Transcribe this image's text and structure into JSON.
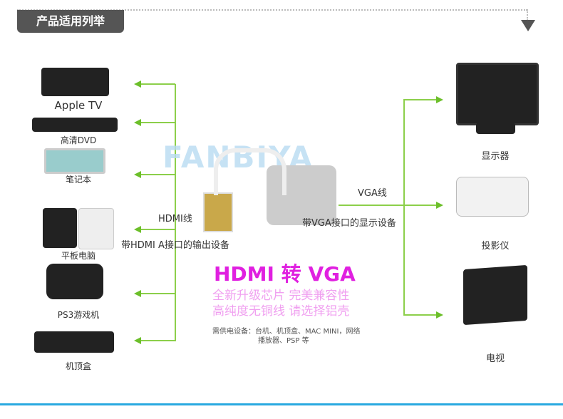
{
  "header": {
    "title": "产品适用列举"
  },
  "watermark": "FANBIYA",
  "left_devices": [
    {
      "label": "Apple TV"
    },
    {
      "label": "高清DVD"
    },
    {
      "label": "笔记本"
    },
    {
      "label": "平板电脑"
    },
    {
      "label": "PS3游戏机"
    },
    {
      "label": "机顶盒"
    }
  ],
  "right_devices": [
    {
      "label": "显示器"
    },
    {
      "label": "投影仪"
    },
    {
      "label": "电视"
    }
  ],
  "cable": {
    "hdmi_label": "HDMI线",
    "vga_label": "VGA线",
    "hdmi_desc": "带HDMI A接口的输出设备",
    "vga_desc": "带VGA接口的显示设备"
  },
  "promo": {
    "title": "HDMI 转 VGA",
    "line1": "全新升级芯片 完美兼容性",
    "line2": "高纯度无铜线 请选择铝壳",
    "note1": "需供电设备：台机、机顶盒、MAC MINI，网络",
    "note2": "播放器、PSP 等"
  },
  "colors": {
    "arrow": "#6cbf2a",
    "title": "#e020e0",
    "footer": "#29a9e0"
  }
}
